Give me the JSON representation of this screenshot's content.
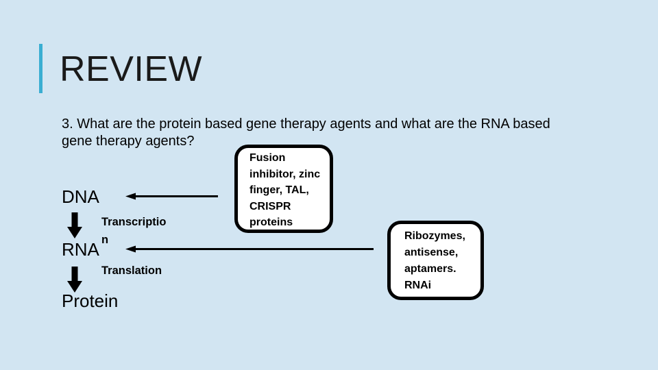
{
  "slide": {
    "title": "REVIEW",
    "question": "3. What are the protein based gene therapy agents and what are the RNA based gene therapy agents?"
  },
  "colors": {
    "background": "#d2e5f2",
    "accent_bar": "#3aaed2",
    "title_text": "#1a1a1a",
    "body_text": "#000000",
    "box_fill": "#ffffff",
    "box_border": "#000000"
  },
  "diagram": {
    "nodes": [
      {
        "label": "DNA"
      },
      {
        "label": "RNA"
      },
      {
        "label": "Protein"
      }
    ],
    "steps": [
      {
        "lines": [
          "Transcriptio",
          "n"
        ]
      },
      {
        "lines": [
          "Translation"
        ]
      }
    ],
    "callouts": [
      {
        "lines": [
          "Fusion",
          "inhibitor, zinc",
          "finger, TAL,",
          "CRISPR",
          "proteins"
        ],
        "points_to": "DNA"
      },
      {
        "lines": [
          "Ribozymes,",
          "antisense,",
          "aptamers.",
          "RNAi"
        ],
        "points_to": "RNA"
      }
    ]
  }
}
